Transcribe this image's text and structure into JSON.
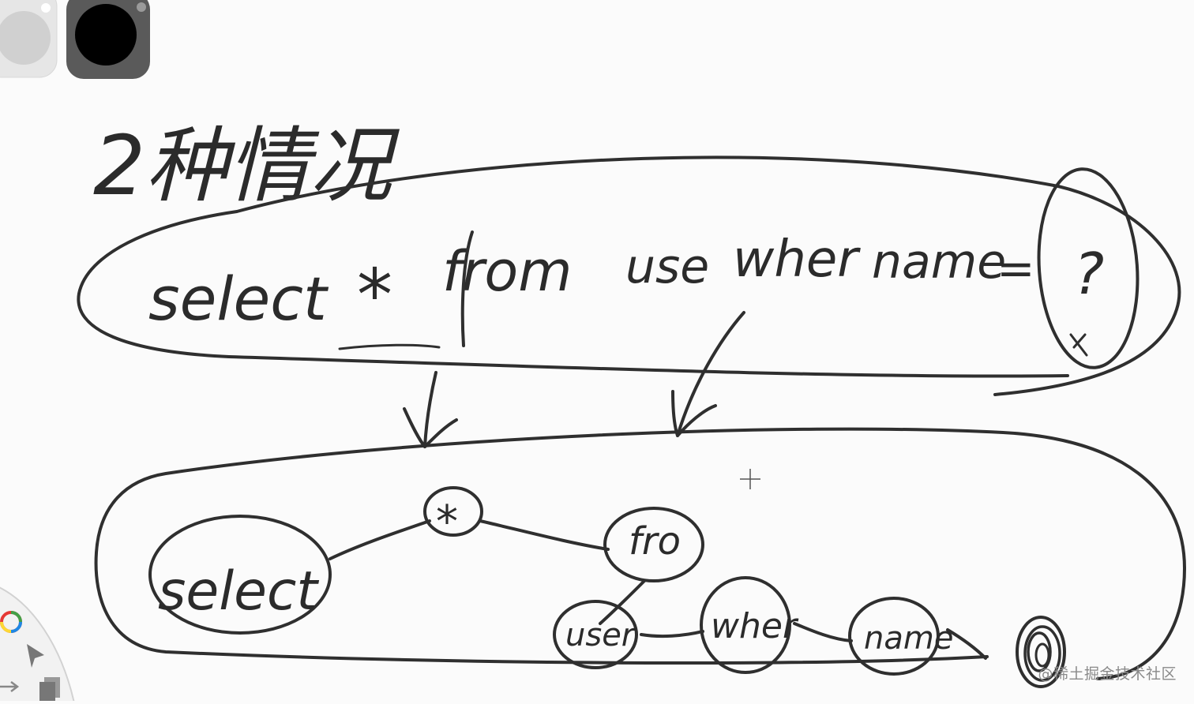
{
  "heading": "2种情况",
  "query": {
    "tokens": [
      "select",
      "*",
      "from",
      "use",
      "wher",
      "name",
      "=",
      "?"
    ]
  },
  "tree_nodes": {
    "select": "select",
    "star": "*",
    "from": "fro",
    "user": "user",
    "where": "wher",
    "name": "name",
    "placeholder": ""
  },
  "watermark": "@稀土掘金技术社区",
  "toolbar": {
    "swatch_light_color": "#d0d0d0",
    "swatch_dark_color": "#000000",
    "tools": [
      "color-wheel-icon",
      "pen-tool-icon",
      "arrow-icon",
      "layers-icon"
    ]
  }
}
